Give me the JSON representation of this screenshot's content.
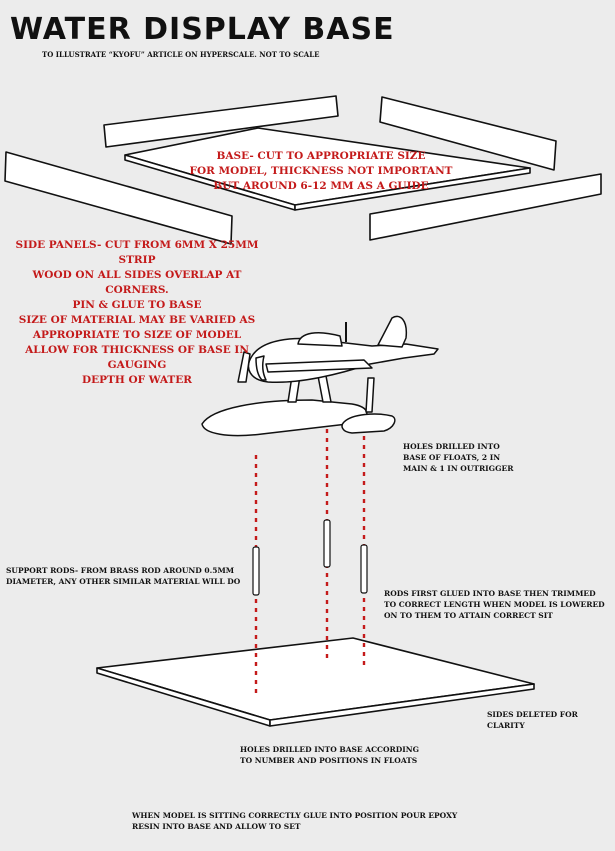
{
  "title": "WATER DISPLAY BASE",
  "subtitle": "TO ILLUSTRATE “KYOFU” ARTICLE ON HYPERSCALE.      NOT TO SCALE",
  "base_note": "BASE- CUT TO APPROPRIATE SIZE\nFOR MODEL, THICKNESS NOT IMPORTANT\nBUT AROUND 6-12 MM AS A GUIDE",
  "side_panels_note": "SIDE PANELS- CUT FROM 6MM X 25MM STRIP\nWOOD ON ALL SIDES OVERLAP AT CORNERS.\nPIN & GLUE TO BASE\nSIZE OF MATERIAL MAY BE VARIED AS\nAPPROPRIATE TO SIZE OF MODEL\nALLOW FOR THICKNESS OF BASE IN GAUGING\nDEPTH OF WATER",
  "holes_floats_note": "HOLES DRILLED INTO\nBASE OF FLOATS, 2 IN\nMAIN & 1 IN OUTRIGGER",
  "support_rods_note": "SUPPORT RODS- FROM BRASS ROD AROUND 0.5MM\nDIAMETER, ANY OTHER SIMILAR MATERIAL WILL DO",
  "rods_glued_note": "RODS FIRST GLUED INTO BASE THEN TRIMMED\nTO CORRECT LENGTH WHEN MODEL IS LOWERED\nON TO THEM TO ATTAIN CORRECT SIT",
  "sides_deleted_note": "SIDES DELETED FOR\nCLARITY",
  "holes_base_note": "HOLES  DRILLED INTO BASE ACCORDING\nTO NUMBER AND POSITIONS IN FLOATS",
  "final_note": "WHEN MODEL IS SITTING CORRECTLY GLUE INTO POSITION POUR EPOXY\nRESIN INTO BASE AND ALLOW TO SET",
  "colors": {
    "annotation_red": "#c41a1a",
    "ink": "#111111",
    "background": "#ececec"
  }
}
